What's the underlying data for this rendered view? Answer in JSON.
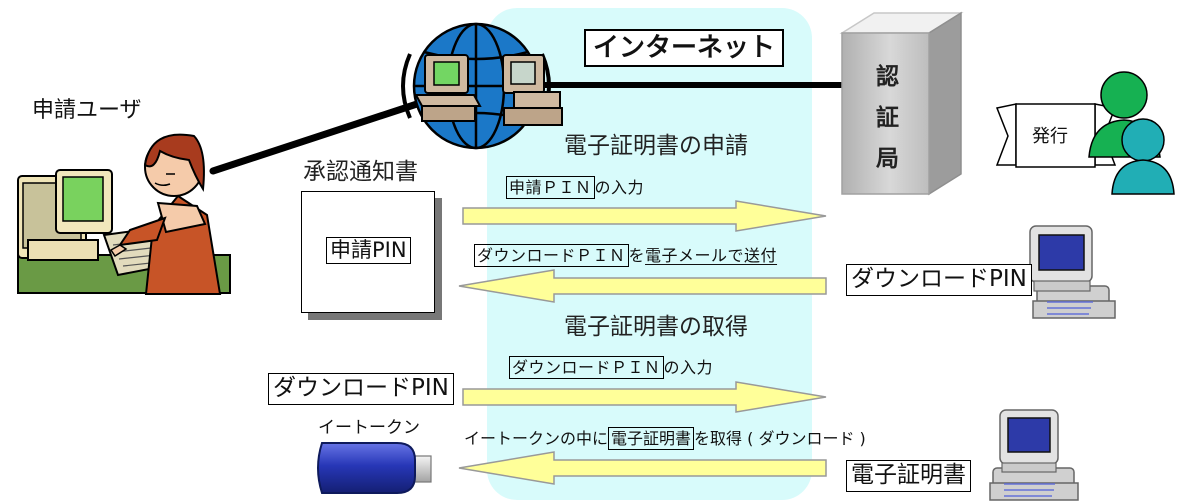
{
  "internet": {
    "title": "インターネット"
  },
  "applicant": {
    "label": "申請ユーザ"
  },
  "approval_notice": {
    "title": "承認通知書",
    "pin_label": "申請PIN"
  },
  "certificate_authority": {
    "char1": "認",
    "char2": "証",
    "char3": "局",
    "issue_label": "発行"
  },
  "application_step": {
    "title": "電子証明書の申請",
    "instruction_boxed": "申請ＰＩＮ",
    "instruction_tail": "の入力",
    "email_boxed": "ダウンロードＰＩＮ",
    "email_middle": "を",
    "email_tail": "電子メールで送付",
    "download_pin_label": "ダウンロードPIN"
  },
  "retrieval_step": {
    "title": "電子証明書の取得",
    "instruction_boxed": "ダウンロードＰＩＮ",
    "instruction_tail": "の入力",
    "download_pin_label": "ダウンロードPIN",
    "token_label": "イートークン",
    "retrieve_head": "イートークンの中に",
    "retrieve_boxed": "電子証明書",
    "retrieve_tail": "を取得 ( ダウンロード )",
    "certificate_label": "電子証明書"
  },
  "colors": {
    "internet_band": "#d8fbfb",
    "arrow_fill": "#ffff99",
    "arrow_stroke": "#999999",
    "globe_blue": "#1b78c8",
    "user_green": "#16b152",
    "user_teal": "#21aeb5",
    "token_blue": "#2331a2"
  }
}
